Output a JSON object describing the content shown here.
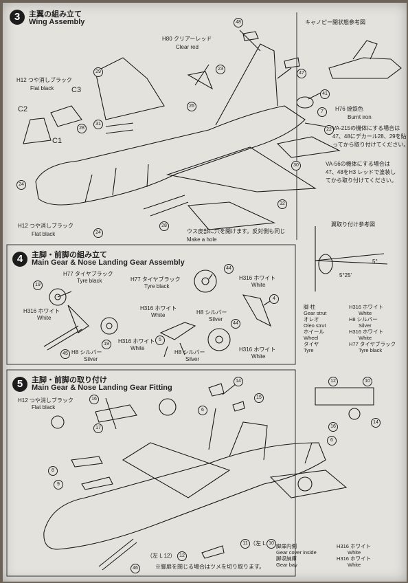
{
  "step3": {
    "number": "3",
    "title_jp": "主翼の組み立て",
    "title_en": "Wing Assembly"
  },
  "step4": {
    "number": "4",
    "title_jp": "主脚・前脚の組み立て",
    "title_en": "Main Gear & Nose Landing Gear Assembly"
  },
  "step5": {
    "number": "5",
    "title_jp": "主脚・前脚の取り付け",
    "title_en": "Main Gear & Nose Landing Gear Fitting"
  },
  "s3labels": {
    "h80_jp": "H80 クリアーレッド",
    "h80_en": "Clear red",
    "h12_jp": "H12 つや消しブラック",
    "h12_en": "Flat black",
    "c3": "C3",
    "c2": "C2",
    "c1": "C1",
    "h12b_jp": "H12 つや消しブラック",
    "h12b_en": "Flat black",
    "h76_jp": "H76 焼鉄色",
    "h76_en": "Burnt iron",
    "hole_jp": "ウス皮部に穴を開けます。反対側も同じ",
    "hole_en": "Make a hole",
    "canopy_ref": "キャノピー開状態参考図",
    "va215_1": "VA-215の機体にする場合は",
    "va215_2": "47、48にデカール28、29を貼",
    "va215_3": "ってから取り付けてください。",
    "va56_1": "VA-56の機体にする場合は",
    "va56_2": "47、48をH3 レッドで塗装し",
    "va56_3": "てから取り付けてください。",
    "wing_ref": "翼取り付け参考図",
    "ang5": "5°",
    "ang525": "5°25'"
  },
  "s3parts": [
    "48",
    "47",
    "23",
    "26",
    "29",
    "31",
    "28",
    "41",
    "7",
    "22",
    "30",
    "32",
    "24",
    "24",
    "28"
  ],
  "s4labels": {
    "h77a_jp": "H77 タイヤブラック",
    "h77a_en": "Tyre black",
    "h77b_jp": "H77 タイヤブラック",
    "h77b_en": "Tyre black",
    "h316a_jp": "H316 ホワイト",
    "h316a_en": "White",
    "h316b_jp": "H316 ホワイト",
    "h316b_en": "White",
    "h316c_jp": "H316 ホワイト",
    "h316c_en": "White",
    "h316d_jp": "H316 ホワイト",
    "h316d_en": "White",
    "h316e_jp": "H316 ホワイト",
    "h316e_en": "White",
    "h8a_jp": "H8 シルバー",
    "h8a_en": "Silver",
    "h8b_jp": "H8 シルバー",
    "h8b_en": "Silver",
    "h8c_jp": "H8 シルバー",
    "h8c_en": "Silver"
  },
  "s4parts": [
    "19",
    "45",
    "19",
    "5",
    "44",
    "4",
    "44"
  ],
  "legend4": [
    {
      "jp": "脚 柱",
      "en": "Gear strut",
      "paint_jp": "H316 ホワイト",
      "paint_en": "White"
    },
    {
      "jp": "オレオ",
      "en": "Oleo strut",
      "paint_jp": "H8 シルバー",
      "paint_en": "Silver"
    },
    {
      "jp": "ホイール",
      "en": "Wheel",
      "paint_jp": "H316 ホワイト",
      "paint_en": "White"
    },
    {
      "jp": "タイヤ",
      "en": "Tyre",
      "paint_jp": "H77 タイヤブラック",
      "paint_en": "Tyre black"
    }
  ],
  "s5labels": {
    "h12_jp": "H12 つや消しブラック",
    "h12_en": "Flat black",
    "left12": "（左 L 12）",
    "left10": "（左 L 10）",
    "note": "※脚扉を閉じる場合はツメを切り取ります。"
  },
  "s5parts": [
    "16",
    "17",
    "8",
    "9",
    "14",
    "6",
    "15",
    "6",
    "12",
    "10",
    "11",
    "46",
    "12",
    "10",
    "16",
    "14"
  ],
  "legend5": [
    {
      "jp": "脚扉内側",
      "en": "Gear cover inside",
      "paint_jp": "H316 ホワイト",
      "paint_en": "White"
    },
    {
      "jp": "脚収納庫",
      "en": "Gear bay",
      "paint_jp": "H316 ホワイト",
      "paint_en": "White"
    }
  ]
}
